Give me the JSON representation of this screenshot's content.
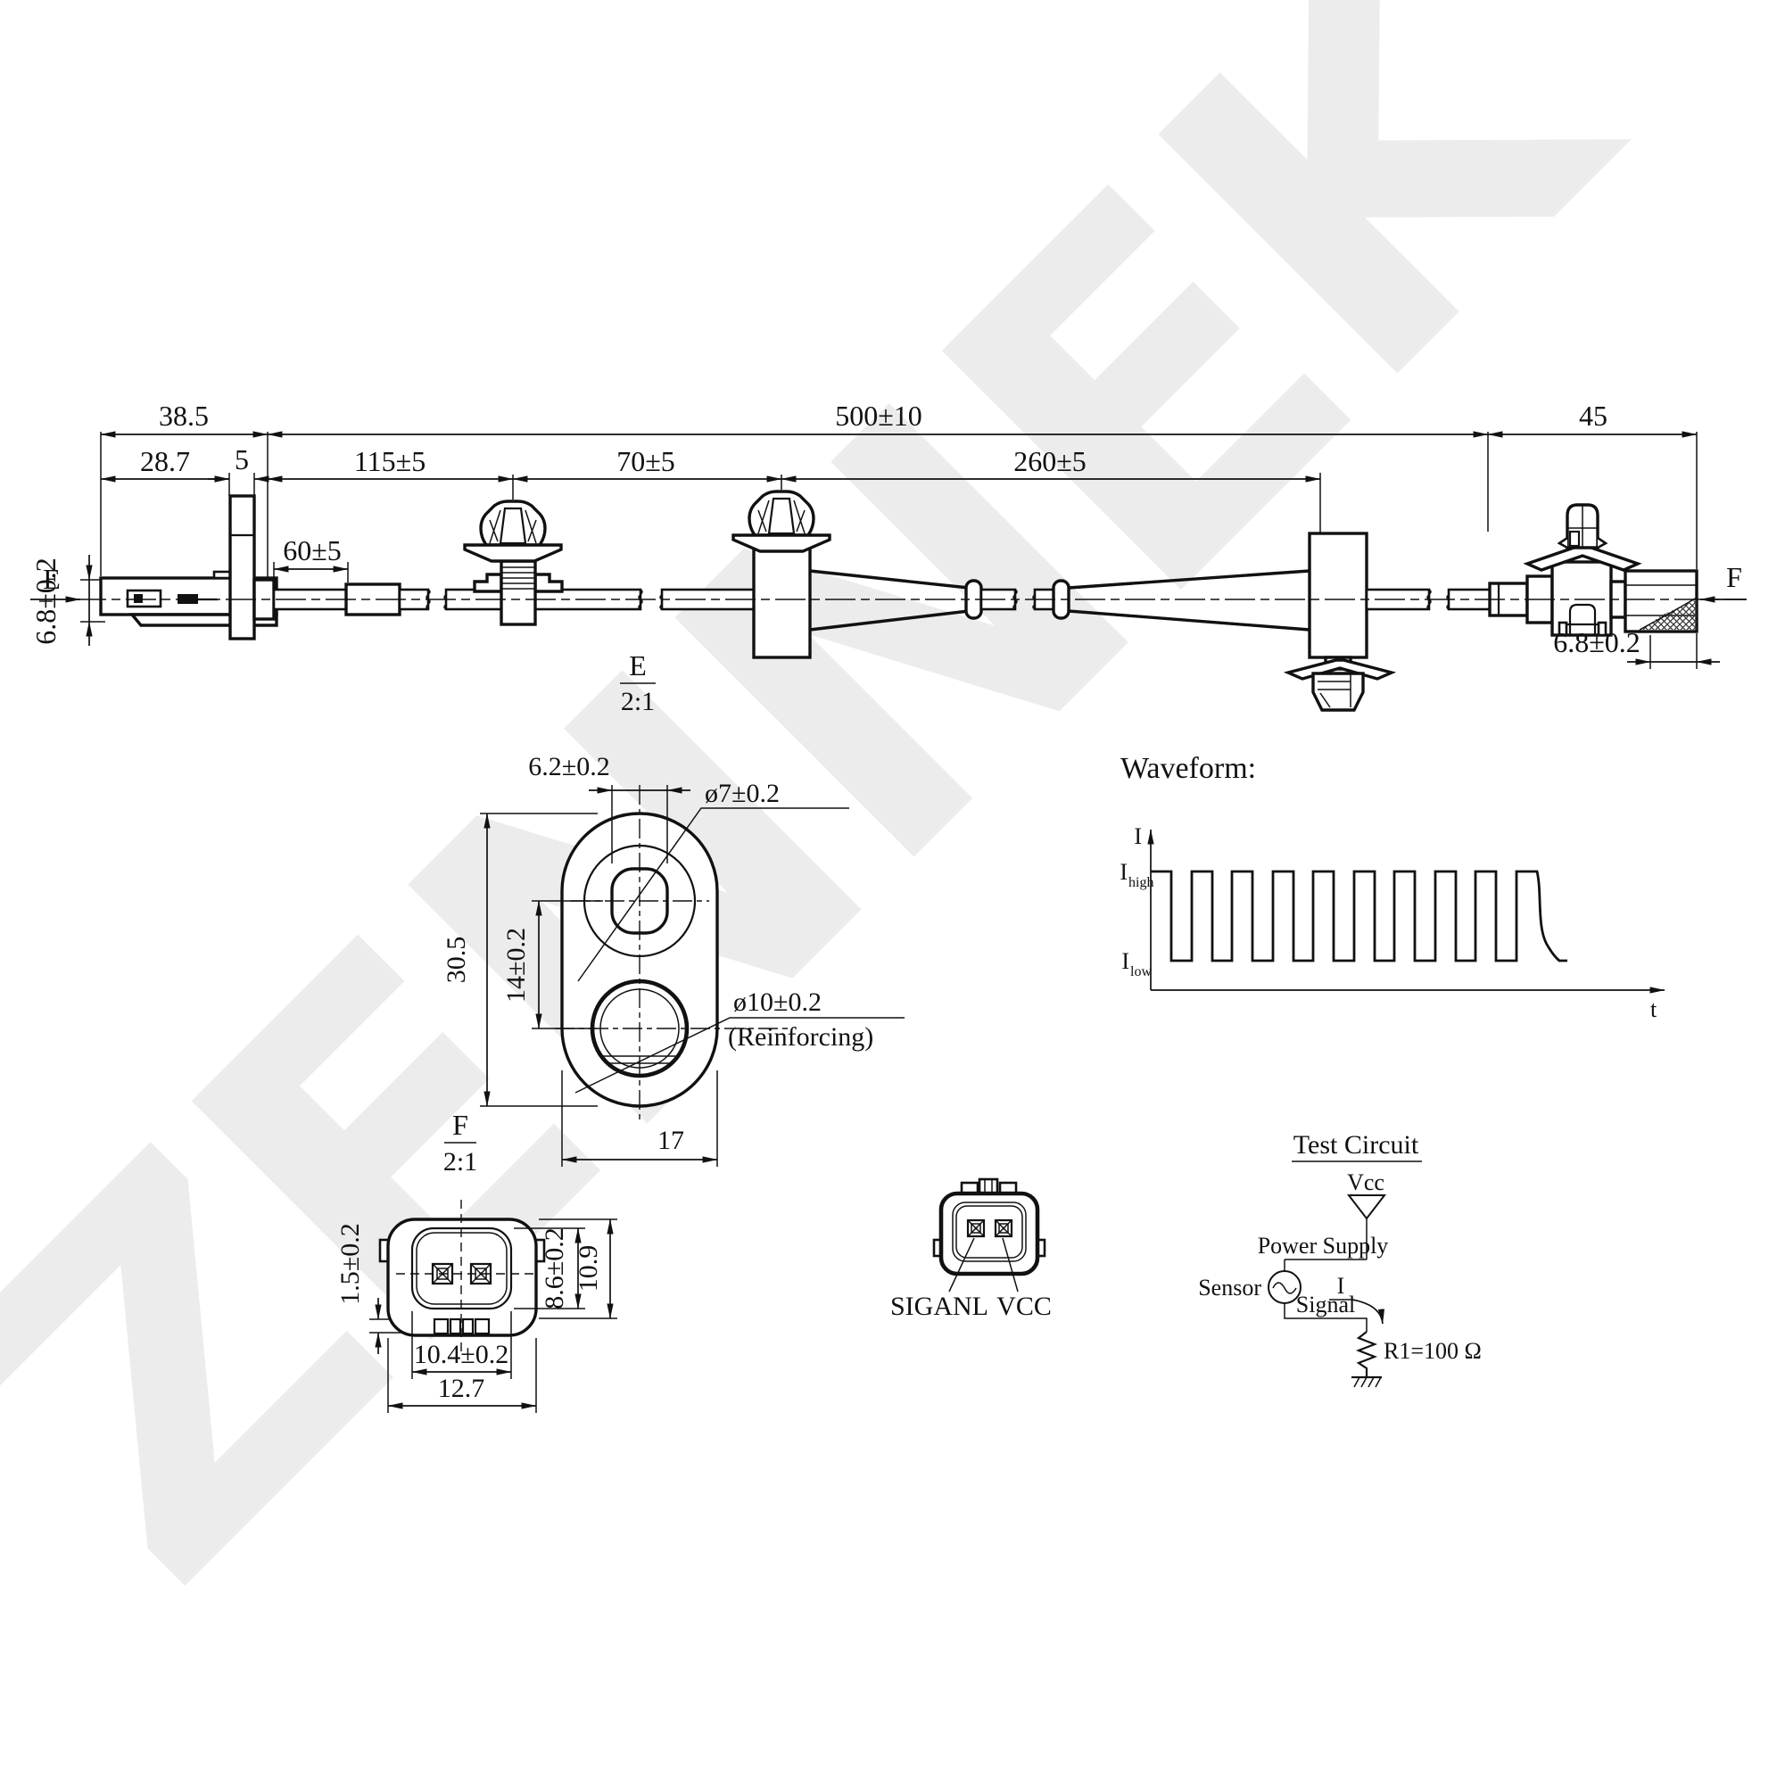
{
  "watermark": {
    "text": "ZENNEK"
  },
  "assembly": {
    "view_arrow_left": "E",
    "view_arrow_right": "F",
    "dim_overall_left": "38.5",
    "dim_overall_mid": "500±10",
    "dim_overall_right": "45",
    "dim_sensor_body": "28.7",
    "dim_flange": "5",
    "dim_seg1": "115±5",
    "dim_seg2": "70±5",
    "dim_seg3": "260±5",
    "dim_sleeve": "60±5",
    "dim_sensor_height": "6.8±0.2",
    "dim_connector_width": "6.8±0.2"
  },
  "detail_e": {
    "label": "E",
    "scale": "2:1",
    "dim_hole_offset": "6.2±0.2",
    "dim_top_hole": "ø7±0.2",
    "dim_height": "30.5",
    "dim_hole_spacing": "14±0.2",
    "dim_width": "17",
    "dim_bottom_hole": "ø10±0.2",
    "dim_bottom_hole_note": "(Reinforcing)"
  },
  "detail_f": {
    "label": "F",
    "scale": "2:1",
    "dim_tab": "1.5±0.2",
    "dim_inner_height": "8.6±0.2",
    "dim_outer_height": "10.9",
    "dim_inner_width": "10.4±0.2",
    "dim_outer_width": "12.7"
  },
  "pinout": {
    "pin_left_label": "SIGANL",
    "pin_right_label": "VCC"
  },
  "waveform": {
    "heading": "Waveform:",
    "axis_y": "I",
    "axis_x": "t",
    "level_high_base": "I",
    "level_high_sub": "high",
    "level_low_base": "I",
    "level_low_sub": "low"
  },
  "test_circuit": {
    "heading": "Test Circuit",
    "vcc": "Vcc",
    "power_supply": "Power Supply",
    "sensor": "Sensor",
    "signal": "Signal",
    "current": "I",
    "resistor": "R1=100 Ω"
  }
}
